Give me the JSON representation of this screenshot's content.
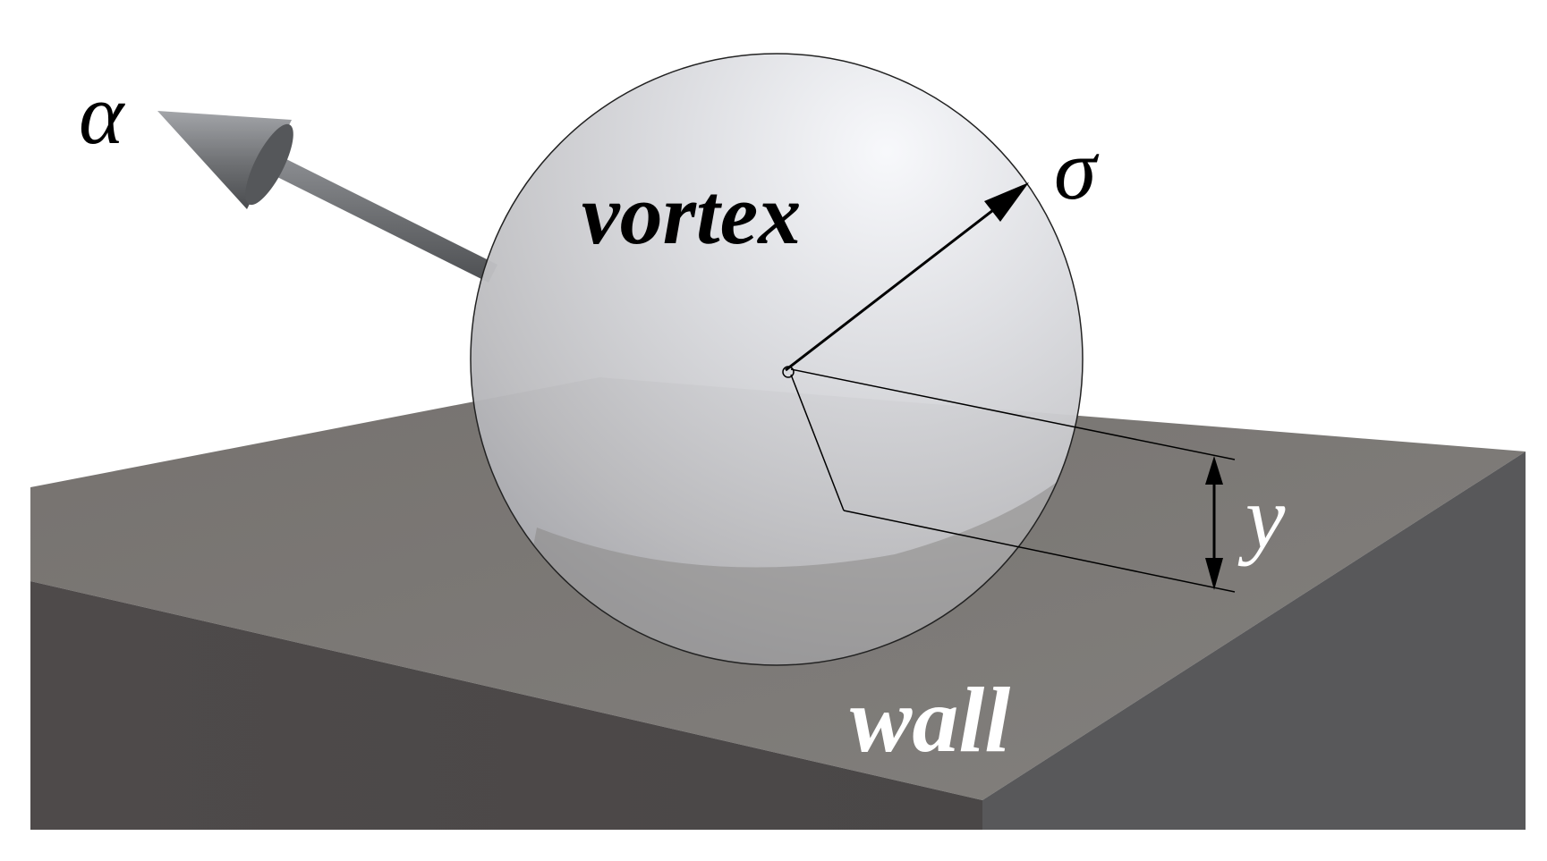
{
  "labels": {
    "alpha": "α",
    "sigma": "σ",
    "vortex": "vortex",
    "y": "y",
    "wall": "wall"
  },
  "colors": {
    "background": "#ffffff",
    "wall_top": "#7b7875",
    "wall_front": "#4f4b4b",
    "wall_right": "#58585a",
    "sphere_light": "#f2f3f6",
    "sphere_mid": "#c9c9cb",
    "sphere_edge": "#9c9da3",
    "arrow": "#6e7073",
    "line": "#000000",
    "text_dark": "#000000",
    "text_light": "#ffffff"
  },
  "icons": {
    "direction_arrow": "cone-arrow-icon",
    "radius_arrow": "arrow-icon",
    "distance_marker": "double-arrow-icon"
  }
}
